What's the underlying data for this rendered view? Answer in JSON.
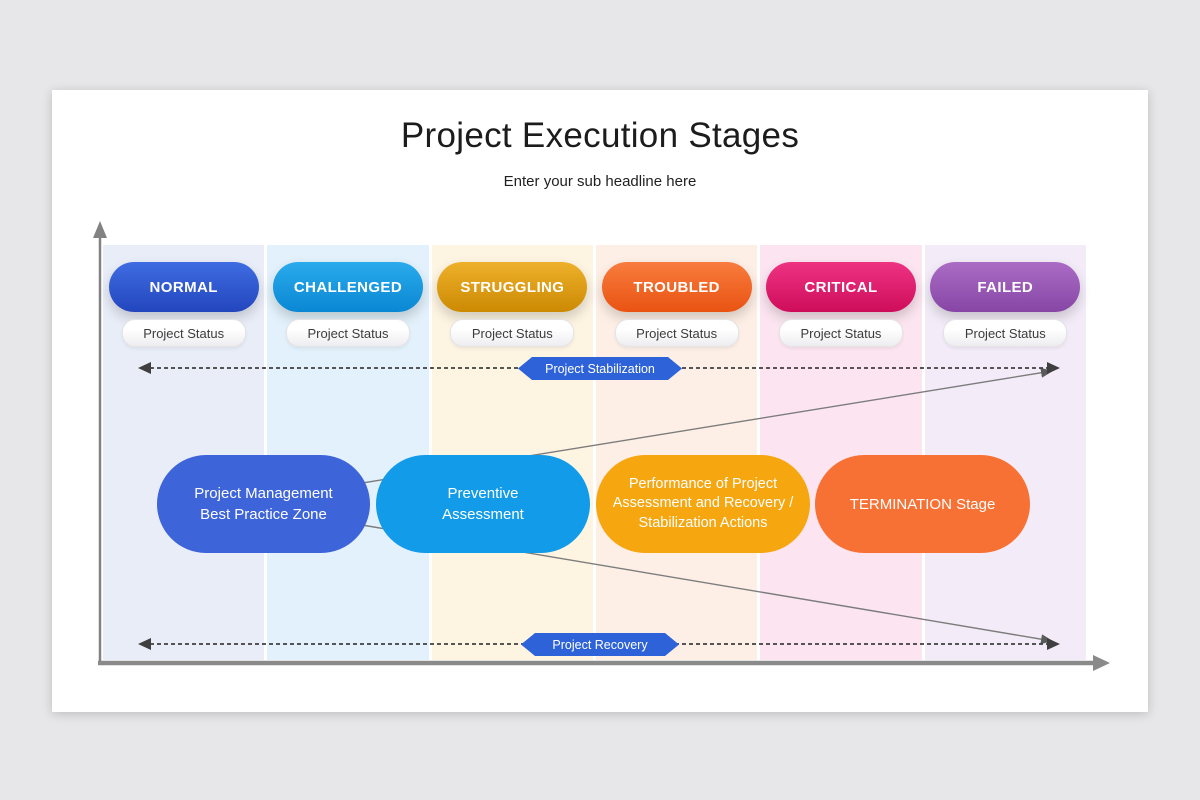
{
  "slide": {
    "title": "Project Execution Stages",
    "subtitle": "Enter your sub headline here"
  },
  "stages": [
    {
      "label": "NORMAL",
      "status_label": "Project Status",
      "pill_top": "#3f6ce2",
      "pill_bottom": "#2346bd",
      "column_bg": "#e9edf8"
    },
    {
      "label": "CHALLENGED",
      "status_label": "Project Status",
      "pill_top": "#2aabec",
      "pill_bottom": "#0a87d3",
      "column_bg": "#e2f1fb"
    },
    {
      "label": "STRUGGLING",
      "status_label": "Project Status",
      "pill_top": "#eeb02b",
      "pill_bottom": "#cc8a02",
      "column_bg": "#fdf4e2"
    },
    {
      "label": "TROUBLED",
      "status_label": "Project Status",
      "pill_top": "#f87c3e",
      "pill_bottom": "#e95312",
      "column_bg": "#fdefe5"
    },
    {
      "label": "CRITICAL",
      "status_label": "Project Status",
      "pill_top": "#ee3383",
      "pill_bottom": "#ce0d5a",
      "column_bg": "#fce5f0"
    },
    {
      "label": "FAILED",
      "status_label": "Project Status",
      "pill_top": "#aa6cc5",
      "pill_bottom": "#8746a5",
      "column_bg": "#f3ecf8"
    }
  ],
  "bands": {
    "stabilization": {
      "label": "Project Stabilization",
      "color": "#2d62d9"
    },
    "recovery": {
      "label": "Project Recovery",
      "color": "#2d62d9"
    }
  },
  "zones": [
    {
      "label": "Project Management\nBest Practice Zone",
      "color": "#3d64d9"
    },
    {
      "label": "Preventive\nAssessment",
      "color": "#119be8"
    },
    {
      "label": "Performance of Project\nAssessment  and Recovery /\nStabilization Actions",
      "color": "#f6a60f"
    },
    {
      "label": "TERMINATION Stage",
      "color": "#f87134"
    }
  ]
}
